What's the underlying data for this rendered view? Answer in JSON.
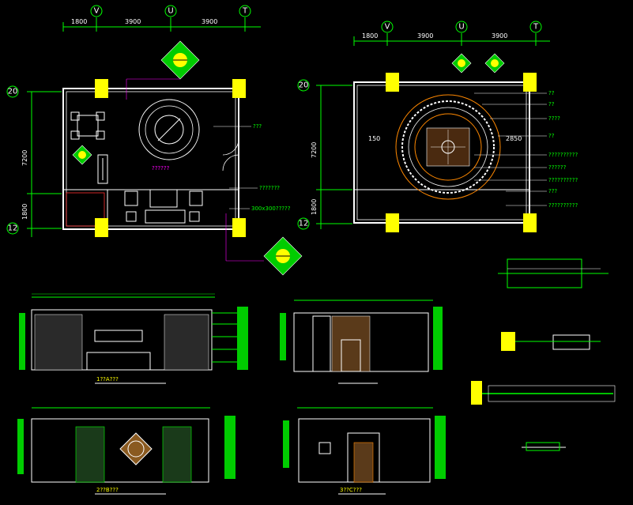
{
  "colors": {
    "background": "#000000",
    "line_white": "#ffffff",
    "line_green": "#00ff00",
    "line_yellow": "#ffff00",
    "line_magenta": "#ff00ff",
    "line_cyan": "#00ffff",
    "line_orange": "#ff8800",
    "line_red": "#ff3030"
  },
  "plan_left": {
    "grid_cols": [
      "V",
      "U",
      "T"
    ],
    "grid_rows": [
      "20",
      "12"
    ],
    "dims_top": [
      "1800",
      "3900",
      "3900"
    ],
    "dims_left": [
      "7200",
      "1800"
    ],
    "table_label": "??????",
    "notes": [
      "???",
      "???????",
      "300x300?????"
    ]
  },
  "plan_right": {
    "grid_cols": [
      "V",
      "U",
      "T"
    ],
    "grid_rows": [
      "20",
      "12"
    ],
    "dims_top": [
      "1800",
      "3900",
      "3900"
    ],
    "dims_left": [
      "7200",
      "1800"
    ],
    "ceiling_dim": "2850",
    "notes": [
      "??",
      "??",
      "????",
      "??",
      "??????????",
      "??????",
      "??????????",
      "???",
      "??????????"
    ]
  },
  "elevations": {
    "titles": [
      "1??A???",
      "2??B???",
      "3??C???"
    ]
  }
}
